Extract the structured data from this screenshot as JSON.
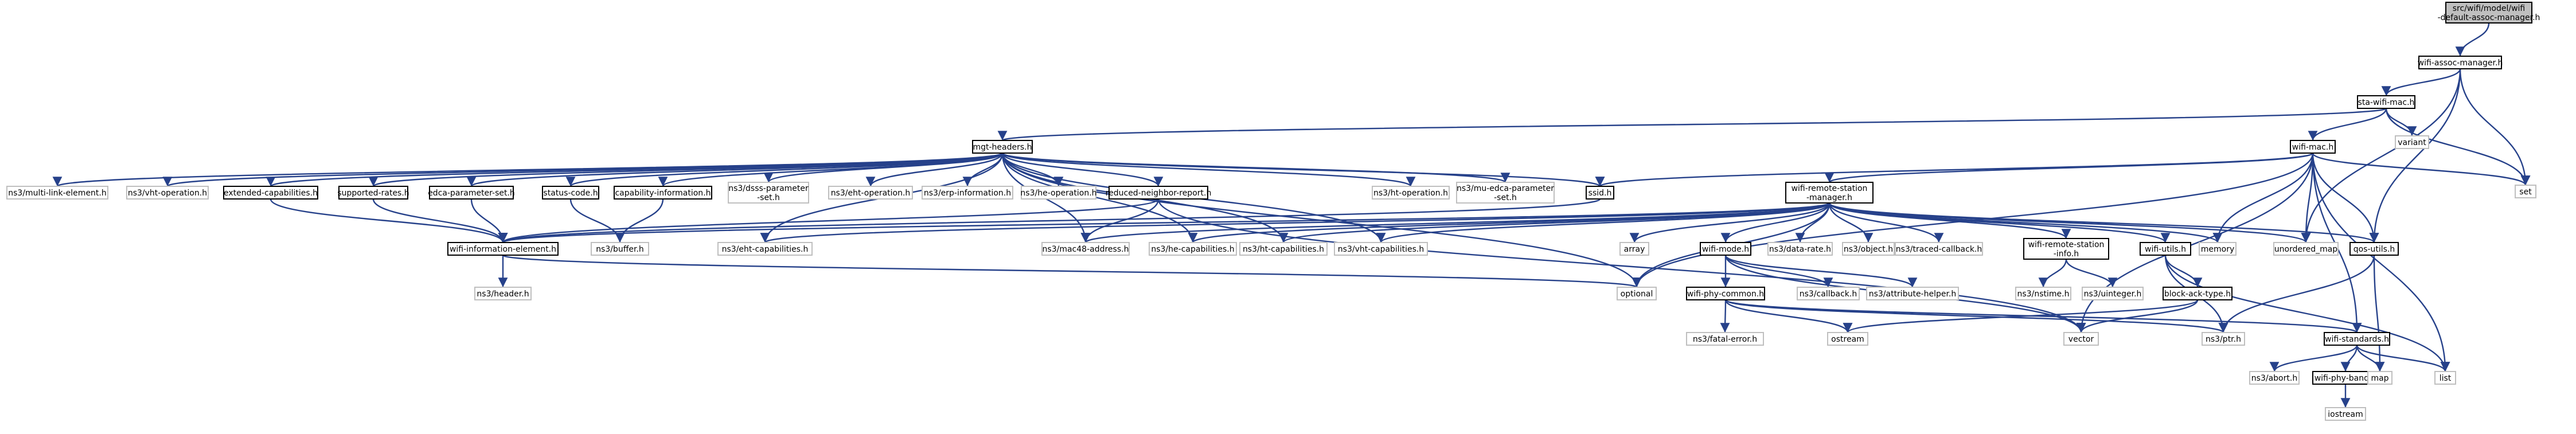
{
  "graph": {
    "edge_color": "#26418a",
    "nodes": [
      {
        "id": "root",
        "lines": [
          "src/wifi/model/wifi",
          "-default-assoc-manager.h"
        ],
        "kind": "root"
      },
      {
        "id": "wifi-assoc-manager",
        "lines": [
          "wifi-assoc-manager.h"
        ],
        "kind": "local"
      },
      {
        "id": "sta-wifi-mac",
        "lines": [
          "sta-wifi-mac.h"
        ],
        "kind": "local"
      },
      {
        "id": "variant",
        "lines": [
          "variant"
        ],
        "kind": "external"
      },
      {
        "id": "set",
        "lines": [
          "set"
        ],
        "kind": "external"
      },
      {
        "id": "mgt-headers",
        "lines": [
          "mgt-headers.h"
        ],
        "kind": "local"
      },
      {
        "id": "wifi-mac",
        "lines": [
          "wifi-mac.h"
        ],
        "kind": "local"
      },
      {
        "id": "ns3-multi-link-element",
        "lines": [
          "ns3/multi-link-element.h"
        ],
        "kind": "external"
      },
      {
        "id": "ns3-vht-operation",
        "lines": [
          "ns3/vht-operation.h"
        ],
        "kind": "external"
      },
      {
        "id": "extended-capabilities",
        "lines": [
          "extended-capabilities.h"
        ],
        "kind": "local"
      },
      {
        "id": "supported-rates",
        "lines": [
          "supported-rates.h"
        ],
        "kind": "local"
      },
      {
        "id": "edca-parameter-set",
        "lines": [
          "edca-parameter-set.h"
        ],
        "kind": "local"
      },
      {
        "id": "status-code",
        "lines": [
          "status-code.h"
        ],
        "kind": "local"
      },
      {
        "id": "capability-information",
        "lines": [
          "capability-information.h"
        ],
        "kind": "local"
      },
      {
        "id": "ns3-dsss-parameter-set",
        "lines": [
          "ns3/dsss-parameter",
          "-set.h"
        ],
        "kind": "external"
      },
      {
        "id": "ns3-eht-operation",
        "lines": [
          "ns3/eht-operation.h"
        ],
        "kind": "external"
      },
      {
        "id": "ns3-erp-information",
        "lines": [
          "ns3/erp-information.h"
        ],
        "kind": "external"
      },
      {
        "id": "ns3-he-operation",
        "lines": [
          "ns3/he-operation.h"
        ],
        "kind": "external"
      },
      {
        "id": "reduced-neighbor-report",
        "lines": [
          "reduced-neighbor-report.h"
        ],
        "kind": "local"
      },
      {
        "id": "ns3-ht-operation",
        "lines": [
          "ns3/ht-operation.h"
        ],
        "kind": "external"
      },
      {
        "id": "ns3-mu-edca-parameter-set",
        "lines": [
          "ns3/mu-edca-parameter",
          "-set.h"
        ],
        "kind": "external"
      },
      {
        "id": "ssid",
        "lines": [
          "ssid.h"
        ],
        "kind": "local"
      },
      {
        "id": "wifi-remote-station-manager",
        "lines": [
          "wifi-remote-station",
          "-manager.h"
        ],
        "kind": "local"
      },
      {
        "id": "memory",
        "lines": [
          "memory"
        ],
        "kind": "external"
      },
      {
        "id": "unordered-map",
        "lines": [
          "unordered_map"
        ],
        "kind": "external"
      },
      {
        "id": "qos-utils",
        "lines": [
          "qos-utils.h"
        ],
        "kind": "local"
      },
      {
        "id": "list",
        "lines": [
          "list"
        ],
        "kind": "external"
      },
      {
        "id": "wifi-information-element",
        "lines": [
          "wifi-information-element.h"
        ],
        "kind": "local"
      },
      {
        "id": "ns3-buffer",
        "lines": [
          "ns3/buffer.h"
        ],
        "kind": "external"
      },
      {
        "id": "ns3-eht-capabilities",
        "lines": [
          "ns3/eht-capabilities.h"
        ],
        "kind": "external"
      },
      {
        "id": "ns3-mac48-address",
        "lines": [
          "ns3/mac48-address.h"
        ],
        "kind": "external"
      },
      {
        "id": "ns3-he-capabilities",
        "lines": [
          "ns3/he-capabilities.h"
        ],
        "kind": "external"
      },
      {
        "id": "ns3-ht-capabilities",
        "lines": [
          "ns3/ht-capabilities.h"
        ],
        "kind": "external"
      },
      {
        "id": "ns3-vht-capabilities",
        "lines": [
          "ns3/vht-capabilities.h"
        ],
        "kind": "external"
      },
      {
        "id": "array",
        "lines": [
          "array"
        ],
        "kind": "external"
      },
      {
        "id": "wifi-mode",
        "lines": [
          "wifi-mode.h"
        ],
        "kind": "local"
      },
      {
        "id": "ns3-data-rate",
        "lines": [
          "ns3/data-rate.h"
        ],
        "kind": "external"
      },
      {
        "id": "ns3-object",
        "lines": [
          "ns3/object.h"
        ],
        "kind": "external"
      },
      {
        "id": "ns3-traced-callback",
        "lines": [
          "ns3/traced-callback.h"
        ],
        "kind": "external"
      },
      {
        "id": "wifi-remote-station-info",
        "lines": [
          "wifi-remote-station",
          "-info.h"
        ],
        "kind": "local"
      },
      {
        "id": "wifi-utils",
        "lines": [
          "wifi-utils.h"
        ],
        "kind": "local"
      },
      {
        "id": "ns3-header",
        "lines": [
          "ns3/header.h"
        ],
        "kind": "external"
      },
      {
        "id": "optional",
        "lines": [
          "optional"
        ],
        "kind": "external"
      },
      {
        "id": "wifi-phy-common",
        "lines": [
          "wifi-phy-common.h"
        ],
        "kind": "local"
      },
      {
        "id": "ns3-callback",
        "lines": [
          "ns3/callback.h"
        ],
        "kind": "external"
      },
      {
        "id": "ns3-attribute-helper",
        "lines": [
          "ns3/attribute-helper.h"
        ],
        "kind": "external"
      },
      {
        "id": "ns3-nstime",
        "lines": [
          "ns3/nstime.h"
        ],
        "kind": "external"
      },
      {
        "id": "ns3-uinteger",
        "lines": [
          "ns3/uinteger.h"
        ],
        "kind": "external"
      },
      {
        "id": "block-ack-type",
        "lines": [
          "block-ack-type.h"
        ],
        "kind": "local"
      },
      {
        "id": "ns3-fatal-error",
        "lines": [
          "ns3/fatal-error.h"
        ],
        "kind": "external"
      },
      {
        "id": "ostream",
        "lines": [
          "ostream"
        ],
        "kind": "external"
      },
      {
        "id": "vector",
        "lines": [
          "vector"
        ],
        "kind": "external"
      },
      {
        "id": "ns3-ptr",
        "lines": [
          "ns3/ptr.h"
        ],
        "kind": "external"
      },
      {
        "id": "wifi-standards",
        "lines": [
          "wifi-standards.h"
        ],
        "kind": "local"
      },
      {
        "id": "ns3-abort",
        "lines": [
          "ns3/abort.h"
        ],
        "kind": "external"
      },
      {
        "id": "wifi-phy-band",
        "lines": [
          "wifi-phy-band.h"
        ],
        "kind": "local"
      },
      {
        "id": "map",
        "lines": [
          "map"
        ],
        "kind": "external"
      },
      {
        "id": "iostream",
        "lines": [
          "iostream"
        ],
        "kind": "external"
      }
    ],
    "edges": [
      [
        "root",
        "wifi-assoc-manager"
      ],
      [
        "wifi-assoc-manager",
        "sta-wifi-mac"
      ],
      [
        "wifi-assoc-manager",
        "set"
      ],
      [
        "wifi-assoc-manager",
        "unordered-map"
      ],
      [
        "wifi-assoc-manager",
        "qos-utils"
      ],
      [
        "sta-wifi-mac",
        "mgt-headers"
      ],
      [
        "sta-wifi-mac",
        "wifi-mac"
      ],
      [
        "sta-wifi-mac",
        "variant"
      ],
      [
        "sta-wifi-mac",
        "set"
      ],
      [
        "mgt-headers",
        "ns3-multi-link-element"
      ],
      [
        "mgt-headers",
        "ns3-vht-operation"
      ],
      [
        "mgt-headers",
        "extended-capabilities"
      ],
      [
        "mgt-headers",
        "supported-rates"
      ],
      [
        "mgt-headers",
        "edca-parameter-set"
      ],
      [
        "mgt-headers",
        "status-code"
      ],
      [
        "mgt-headers",
        "capability-information"
      ],
      [
        "mgt-headers",
        "ns3-dsss-parameter-set"
      ],
      [
        "mgt-headers",
        "ns3-eht-operation"
      ],
      [
        "mgt-headers",
        "ns3-erp-information"
      ],
      [
        "mgt-headers",
        "ns3-he-operation"
      ],
      [
        "mgt-headers",
        "reduced-neighbor-report"
      ],
      [
        "mgt-headers",
        "ns3-ht-operation"
      ],
      [
        "mgt-headers",
        "ns3-mu-edca-parameter-set"
      ],
      [
        "mgt-headers",
        "ssid"
      ],
      [
        "mgt-headers",
        "ns3-eht-capabilities"
      ],
      [
        "mgt-headers",
        "ns3-mac48-address"
      ],
      [
        "mgt-headers",
        "ns3-he-capabilities"
      ],
      [
        "mgt-headers",
        "ns3-ht-capabilities"
      ],
      [
        "mgt-headers",
        "ns3-vht-capabilities"
      ],
      [
        "mgt-headers",
        "optional"
      ],
      [
        "wifi-mac",
        "ssid"
      ],
      [
        "wifi-mac",
        "wifi-remote-station-manager"
      ],
      [
        "wifi-mac",
        "memory"
      ],
      [
        "wifi-mac",
        "unordered-map"
      ],
      [
        "wifi-mac",
        "qos-utils"
      ],
      [
        "wifi-mac",
        "list"
      ],
      [
        "wifi-mac",
        "set"
      ],
      [
        "wifi-mac",
        "vector"
      ],
      [
        "wifi-mac",
        "wifi-standards"
      ],
      [
        "wifi-mac",
        "optional"
      ],
      [
        "extended-capabilities",
        "wifi-information-element"
      ],
      [
        "supported-rates",
        "wifi-information-element"
      ],
      [
        "edca-parameter-set",
        "wifi-information-element"
      ],
      [
        "status-code",
        "ns3-buffer"
      ],
      [
        "capability-information",
        "ns3-buffer"
      ],
      [
        "reduced-neighbor-report",
        "wifi-information-element"
      ],
      [
        "reduced-neighbor-report",
        "ns3-mac48-address"
      ],
      [
        "reduced-neighbor-report",
        "vector"
      ],
      [
        "ssid",
        "wifi-information-element"
      ],
      [
        "wifi-information-element",
        "ns3-header"
      ],
      [
        "wifi-information-element",
        "optional"
      ],
      [
        "wifi-remote-station-manager",
        "ns3-eht-capabilities"
      ],
      [
        "wifi-remote-station-manager",
        "ns3-mac48-address"
      ],
      [
        "wifi-remote-station-manager",
        "ns3-he-capabilities"
      ],
      [
        "wifi-remote-station-manager",
        "ns3-ht-capabilities"
      ],
      [
        "wifi-remote-station-manager",
        "ns3-vht-capabilities"
      ],
      [
        "wifi-remote-station-manager",
        "array"
      ],
      [
        "wifi-remote-station-manager",
        "wifi-mode"
      ],
      [
        "wifi-remote-station-manager",
        "ns3-data-rate"
      ],
      [
        "wifi-remote-station-manager",
        "ns3-object"
      ],
      [
        "wifi-remote-station-manager",
        "ns3-traced-callback"
      ],
      [
        "wifi-remote-station-manager",
        "wifi-remote-station-info"
      ],
      [
        "wifi-remote-station-manager",
        "wifi-utils"
      ],
      [
        "wifi-remote-station-manager",
        "memory"
      ],
      [
        "wifi-remote-station-manager",
        "unordered-map"
      ],
      [
        "wifi-remote-station-manager",
        "optional"
      ],
      [
        "wifi-remote-station-manager",
        "wifi-information-element"
      ],
      [
        "wifi-remote-station-manager",
        "qos-utils"
      ],
      [
        "wifi-mode",
        "wifi-phy-common"
      ],
      [
        "wifi-mode",
        "ns3-callback"
      ],
      [
        "wifi-mode",
        "ns3-attribute-helper"
      ],
      [
        "wifi-mode",
        "vector"
      ],
      [
        "wifi-remote-station-info",
        "ns3-nstime"
      ],
      [
        "wifi-remote-station-info",
        "ns3-uinteger"
      ],
      [
        "wifi-utils",
        "block-ack-type"
      ],
      [
        "wifi-utils",
        "ns3-ptr"
      ],
      [
        "wifi-utils",
        "list"
      ],
      [
        "wifi-phy-common",
        "ns3-fatal-error"
      ],
      [
        "wifi-phy-common",
        "ostream"
      ],
      [
        "wifi-phy-common",
        "wifi-standards"
      ],
      [
        "wifi-phy-common",
        "ns3-ptr"
      ],
      [
        "block-ack-type",
        "ostream"
      ],
      [
        "block-ack-type",
        "vector"
      ],
      [
        "qos-utils",
        "ns3-ptr"
      ],
      [
        "qos-utils",
        "map"
      ],
      [
        "wifi-standards",
        "ns3-abort"
      ],
      [
        "wifi-standards",
        "wifi-phy-band"
      ],
      [
        "wifi-standards",
        "map"
      ],
      [
        "wifi-standards",
        "list"
      ],
      [
        "wifi-phy-band",
        "iostream"
      ]
    ]
  }
}
